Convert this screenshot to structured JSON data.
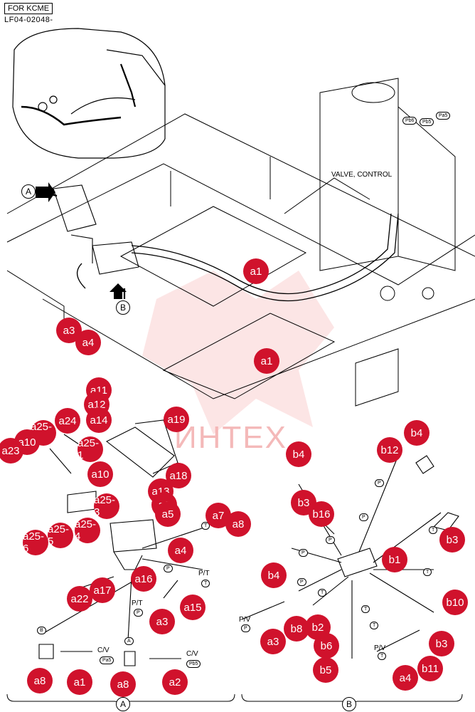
{
  "header": {
    "for_label": "FOR KCME",
    "code": "LF04-02048-"
  },
  "labels": {
    "valve_control": "VALVE, CONTROL",
    "pt1": "P/T",
    "pt2": "P/T",
    "pv1": "P/V",
    "pv2": "P/V",
    "cv1": "C/V",
    "cv2": "C/V"
  },
  "ports": [
    "Pa5",
    "Pb5",
    "Pb6",
    "Pa5",
    "Pb5",
    "P",
    "T",
    "P",
    "T",
    "P",
    "P",
    "P",
    "P",
    "T",
    "T",
    "T",
    "T",
    "P",
    "T",
    "B",
    "A",
    "P",
    "T"
  ],
  "views": {
    "a_top": "A",
    "b_top": "B",
    "a_bottom": "A",
    "b_bottom": "B"
  },
  "watermark": "ИНТЕХ",
  "callouts": [
    "a1",
    "a1",
    "a3",
    "a4",
    "a11",
    "a12",
    "a14",
    "a24",
    "a25-2",
    "a10",
    "a23",
    "a25-1",
    "a10",
    "a19",
    "a18",
    "a13",
    "a25-3",
    "a9",
    "a5",
    "a25-6",
    "a25-5",
    "a25-4",
    "a7",
    "a8",
    "a4",
    "a17",
    "a16",
    "a22",
    "a15",
    "a3",
    "a8",
    "a1",
    "a8",
    "a2",
    "b4",
    "b12",
    "b4",
    "b3",
    "b16",
    "b4",
    "b1",
    "b3",
    "b10",
    "b8",
    "b2",
    "a3",
    "b6",
    "b5",
    "a4",
    "b11",
    "b3"
  ]
}
